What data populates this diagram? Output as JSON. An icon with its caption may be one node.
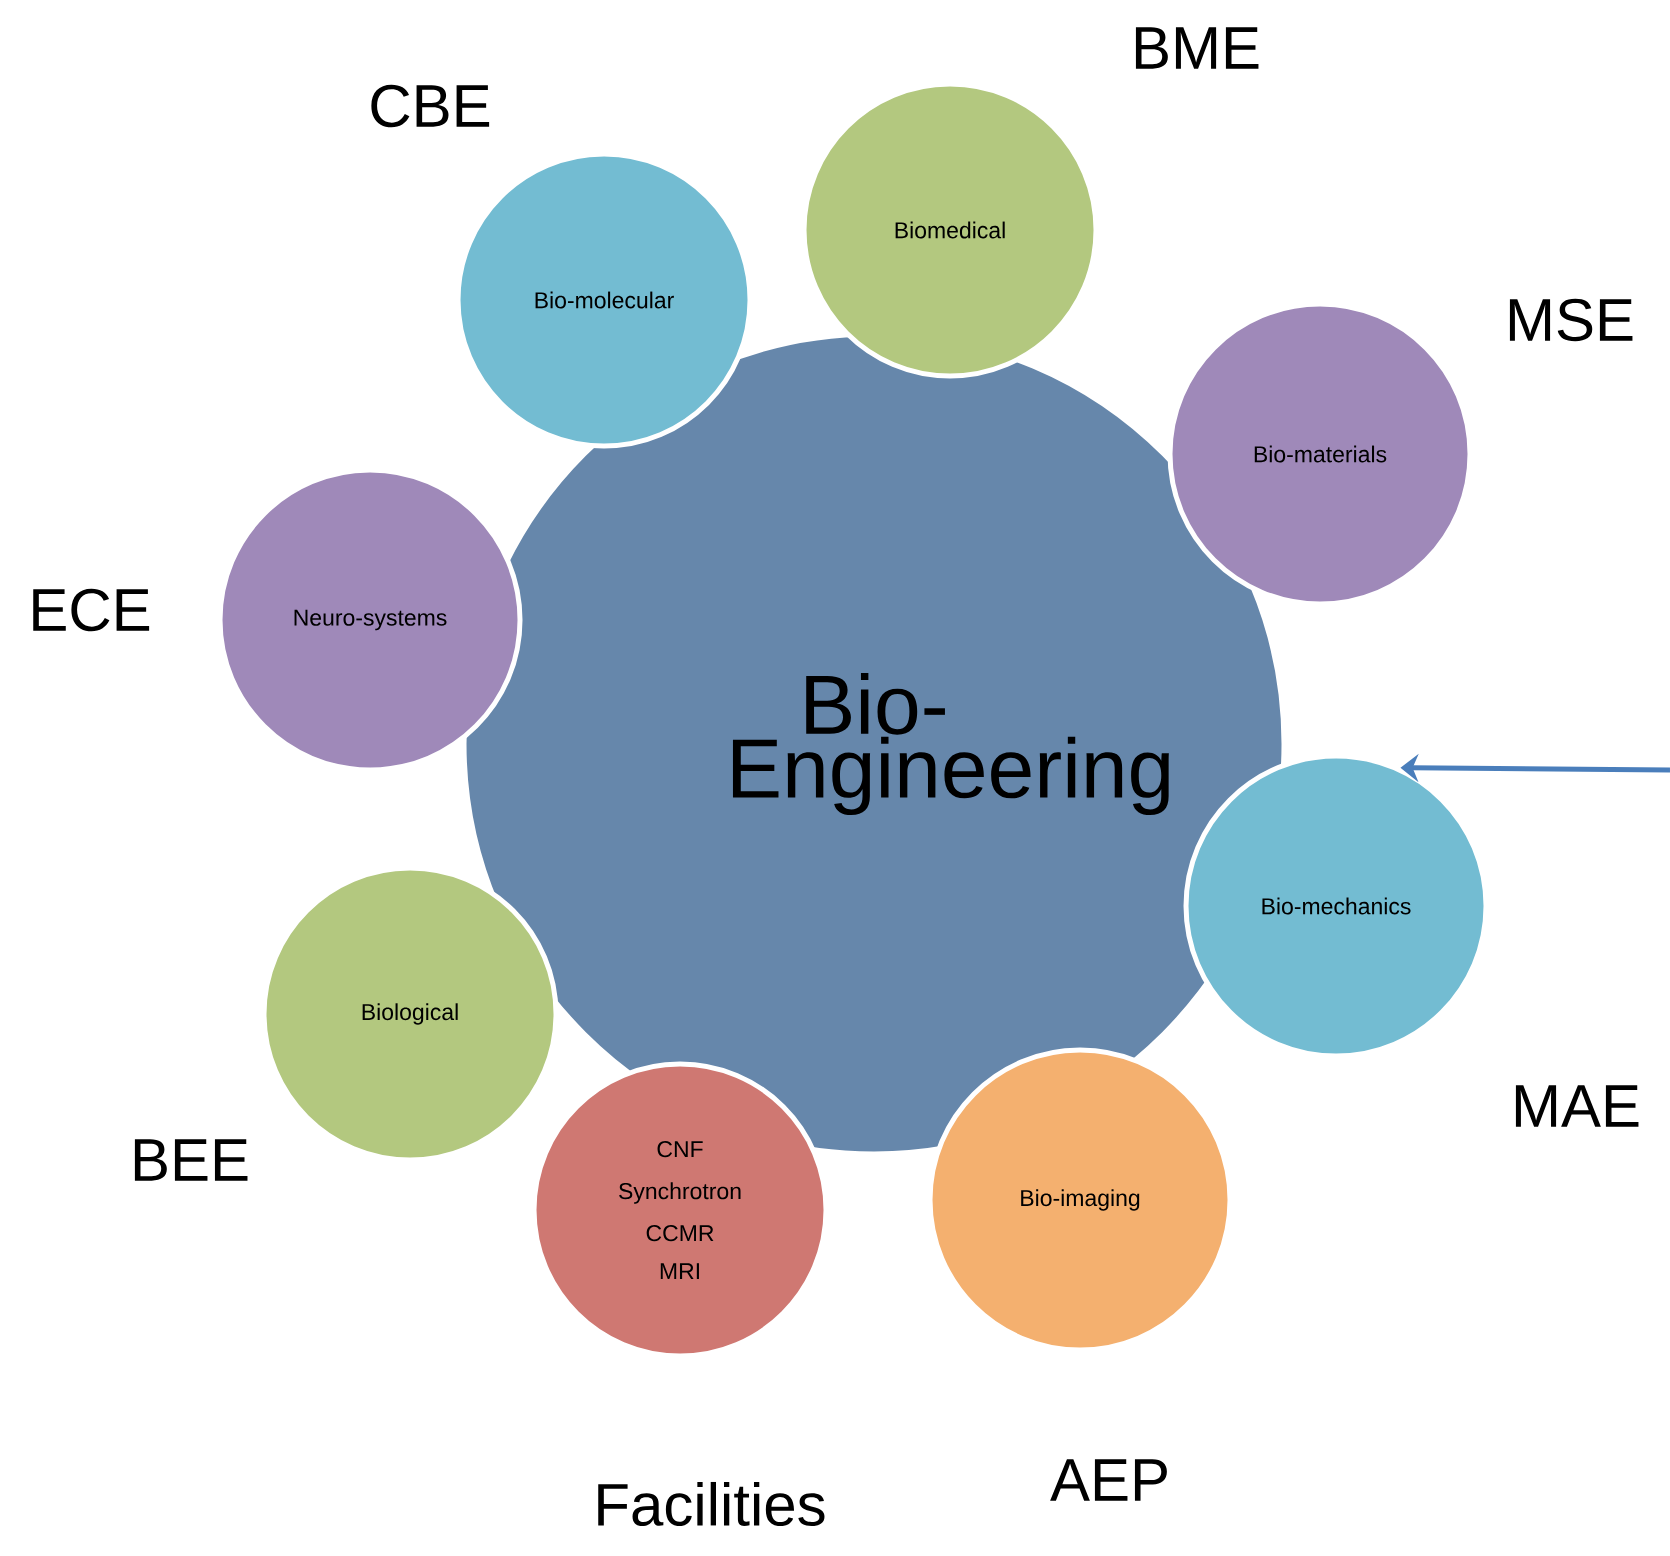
{
  "diagram": {
    "nodes": [
      {
        "text": [
          "Biomedical"
        ],
        "beside": [
          "BME"
        ]
      },
      {
        "text": [
          "Bio-molecular"
        ],
        "beside": [
          "CBE"
        ]
      },
      {
        "text": [
          "Bio-materials"
        ],
        "beside": [
          "MSE"
        ]
      },
      {
        "text": [
          "Neuro-systems"
        ],
        "beside": [
          "ECE"
        ]
      },
      {
        "text": [
          "Bio- Engineering"
        ]
      },
      {
        "text": [
          "Bio-mechanics"
        ],
        "beside": [
          "MAE"
        ]
      },
      {
        "text": [
          "Biological"
        ],
        "beside": [
          "BEE"
        ]
      },
      {
        "text": [
          "Bio-imaging"
        ],
        "beside": [
          "AEP"
        ]
      },
      {
        "text": [
          "CNF",
          "Synchrotron",
          "CCMR",
          "MRI"
        ],
        "beside": [
          "Facilities"
        ]
      }
    ],
    "edges": [
      {
        "from": null,
        "to": 5,
        "arrow": "to"
      }
    ]
  }
}
